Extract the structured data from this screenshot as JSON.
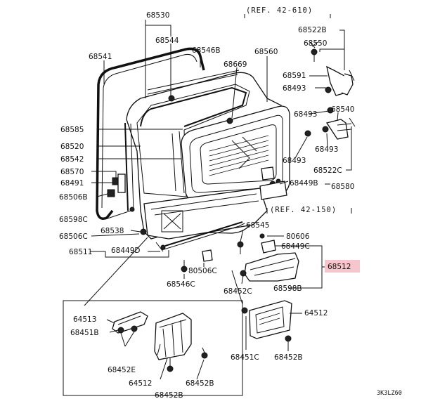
{
  "diagram": {
    "references": [
      {
        "id": "ref-42-610",
        "text": "(REF.  42-610)"
      },
      {
        "id": "ref-42-150",
        "text": "(REF.  42-150)"
      }
    ],
    "labels": {
      "p68530": "68530",
      "p68544": "68544",
      "p68541": "68541",
      "p68546B": "68546B",
      "p68560": "68560",
      "p68669": "68669",
      "p68522B": "68522B",
      "p68550": "68550",
      "p68591": "68591",
      "p68493a": "68493",
      "p68493b": "68493",
      "p68540": "68540",
      "p68493c": "68493",
      "p68493d": "68493",
      "p68522C": "68522C",
      "p68585": "68585",
      "p68520": "68520",
      "p68542": "68542",
      "p68570": "68570",
      "p68491": "68491",
      "p68506B": "68506B",
      "p68449B": "68449B",
      "p68580": "68580",
      "p68598C": "68598C",
      "p68538": "68538",
      "p68545": "68545",
      "p80606": "80606",
      "p68506C": "68506C",
      "p68449C": "68449C",
      "p68511": "68511",
      "p68449D": "68449D",
      "p68512": "68512",
      "p80506C": "80506C",
      "p68546C": "68546C",
      "p68452C": "68452C",
      "p68598B": "68598B",
      "p64513": "64513",
      "p64512a": "64512",
      "p68451B": "68451B",
      "p68451C": "68451C",
      "p68452B_right": "68452B",
      "p68452E": "68452E",
      "p64512b": "64512",
      "p68452B_bottom": "68452B",
      "p68452B_low": "68452B"
    },
    "highlight_color": "#f7c6cc",
    "diagram_code": "3K3LZ60"
  }
}
